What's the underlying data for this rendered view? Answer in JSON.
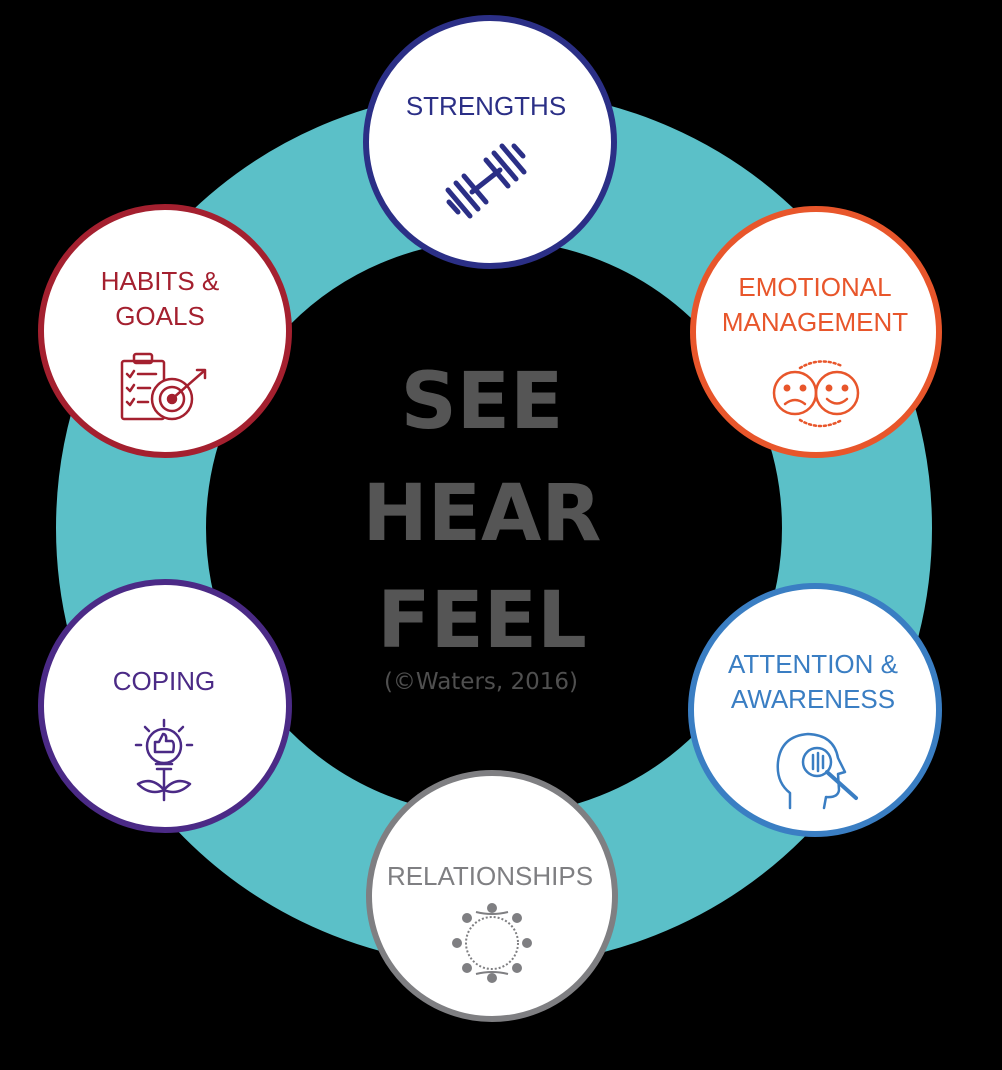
{
  "center": {
    "line1": "SEE",
    "line2": "HEAR",
    "line3": "FEEL",
    "credit": "(©Waters, 2016)"
  },
  "ring_color": "#5bc0c8",
  "nodes": [
    {
      "id": "strengths",
      "lines": [
        "STRENGTHS"
      ],
      "color": "#2b2f86",
      "icon": "dumbbell-icon"
    },
    {
      "id": "emotional-management",
      "lines": [
        "EMOTIONAL",
        "MANAGEMENT"
      ],
      "color": "#e8562b",
      "icon": "faces-icon"
    },
    {
      "id": "attention-awareness",
      "lines": [
        "ATTENTION &",
        "AWARENESS"
      ],
      "color": "#3a7ec3",
      "icon": "head-magnifier-icon"
    },
    {
      "id": "relationships",
      "lines": [
        "RELATIONSHIPS"
      ],
      "color": "#7f7f82",
      "icon": "people-circle-icon"
    },
    {
      "id": "coping",
      "lines": [
        "COPING"
      ],
      "color": "#4b2a86",
      "icon": "lightbulb-plant-icon"
    },
    {
      "id": "habits-goals",
      "lines": [
        "HABITS &",
        "GOALS"
      ],
      "color": "#a4202f",
      "icon": "clipboard-target-icon"
    }
  ]
}
